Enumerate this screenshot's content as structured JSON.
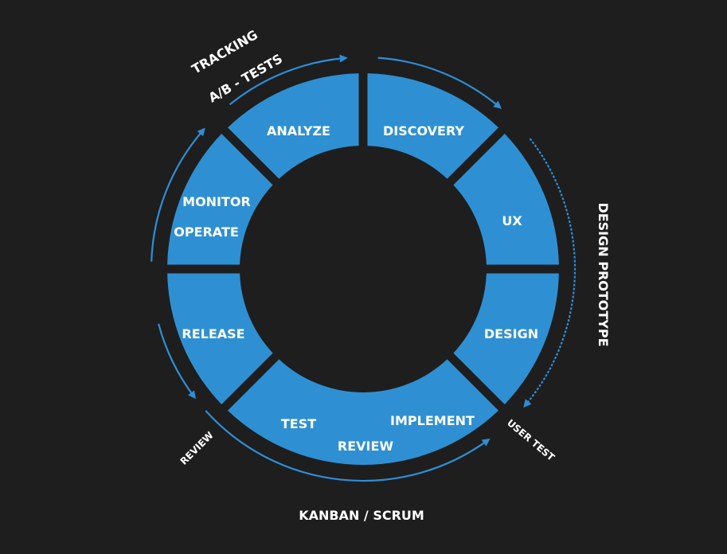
{
  "colors": {
    "background": "#1e1e1e",
    "segment": "#2e90d3",
    "arrow": "#2e8ed6",
    "text": "#ffffff"
  },
  "segments": {
    "analyze": "ANALYZE",
    "discovery": "DISCOVERY",
    "ux": "UX",
    "design": "DESIGN",
    "implement": "IMPLEMENT",
    "review": "REVIEW",
    "test": "TEST",
    "release": "RELEASE",
    "monitor": "MONITOR",
    "operate": "OPERATE"
  },
  "outer": {
    "tracking": "TRACKING",
    "ab_tests": "A/B - TESTS",
    "design_prototype": "DESIGN PROTOTYPE",
    "user_test": "USER TEST",
    "kanban_scrum": "KANBAN / SCRUM",
    "review": "REVIEW"
  }
}
